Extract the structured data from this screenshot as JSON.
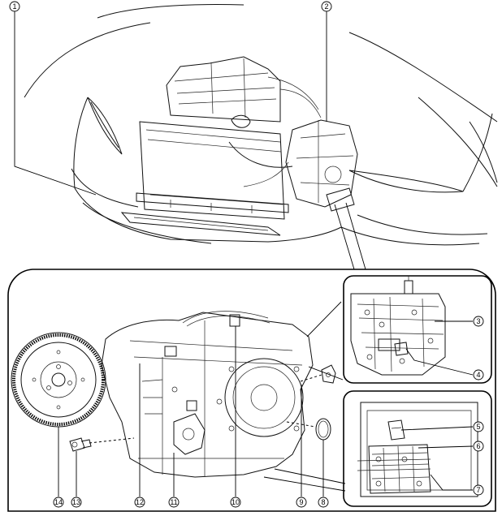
{
  "callouts": [
    {
      "num": "1"
    },
    {
      "num": "2"
    },
    {
      "num": "3"
    },
    {
      "num": "4"
    },
    {
      "num": "5"
    },
    {
      "num": "6"
    },
    {
      "num": "7"
    },
    {
      "num": "8"
    },
    {
      "num": "9"
    },
    {
      "num": "10"
    },
    {
      "num": "11"
    },
    {
      "num": "12"
    },
    {
      "num": "13"
    },
    {
      "num": "14"
    }
  ]
}
